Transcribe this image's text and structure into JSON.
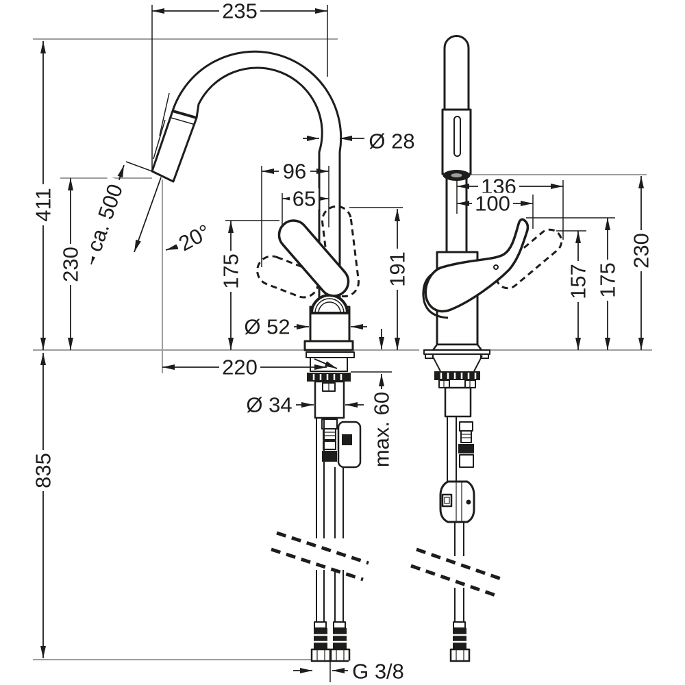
{
  "drawing": {
    "product": "Single-lever kitchen mixer with pull-out spray - dimension drawing",
    "background_color": "#ffffff",
    "line_color": "#1d1d1b",
    "reference_line_color": "#9d9d9c",
    "views": {
      "front": {
        "label": "front view",
        "dims": {
          "spout_reach_top": "235",
          "total_height": "411",
          "outlet_height": "230",
          "pullout_hose_length": "ca. 500",
          "spray_angle": "20°",
          "spout_tube_diameter": "Ø 28",
          "handle_swing_width": "96",
          "handle_offset": "65",
          "handle_height": "175",
          "handle_top_height": "191",
          "body_diameter": "Ø 52",
          "outlet_reach": "220",
          "shank_diameter": "Ø 34",
          "max_deck_thickness": "max. 60",
          "hose_length_below_deck": "835",
          "connection_thread": "G 3/8"
        }
      },
      "side": {
        "label": "side view",
        "dims": {
          "handle_reach_max": "136",
          "handle_reach": "100",
          "outlet_height": "230",
          "handle_down_height": "157",
          "handle_up_height": "175"
        }
      }
    }
  }
}
